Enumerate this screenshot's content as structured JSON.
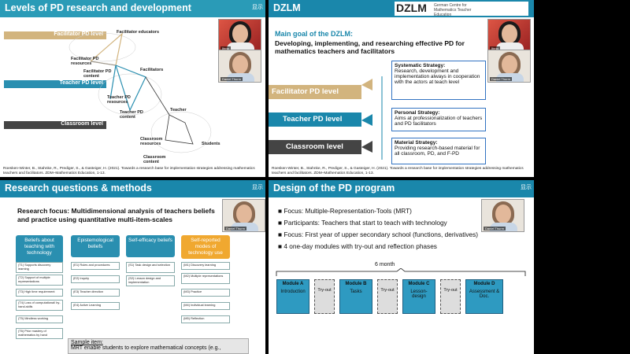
{
  "pane1": {
    "title": "Levels of PD research and development",
    "levels": [
      "Facilitator PD level",
      "Teacher PD level",
      "Classroom level"
    ],
    "level_colors": [
      "#d2b47e",
      "#2a8fb0",
      "#444444"
    ],
    "figure_labels": {
      "facilitator_educators": "Facilitator educators",
      "facilitator_pd_resources": "Facilitator PD resources",
      "facilitator_pd_content": "Facilitator PD content",
      "facilitators": "Facilitators",
      "teacher_pd_resources": "Teacher PD resources",
      "teacher_pd_content": "Teacher PD content",
      "teacher": "Teacher",
      "classroom_resources": "Classroom resources",
      "classroom_content": "Classroom content",
      "students": "Students"
    },
    "reference": "Roesken-Winter, B., Stahnke, R., Prediger, S., & Gasteiger, H. (2021). Towards a research base for implementation strategies addressing mathematics teachers and facilitators. ZDM–Mathematics Education, 1-13.",
    "video_names": [
      "Ifeng",
      "Daniel Thurm"
    ]
  },
  "pane2": {
    "title": "DZLM",
    "logo_text": "DZLM",
    "logo_sub": "German Centre for Mathematics Teacher Education",
    "goal_heading": "Main goal of the DZLM:",
    "goal_text": "Developing, implementing, and researching effective PD for mathematics teachers and facilitators",
    "levels": [
      "Facilitator PD level",
      "Teacher PD level",
      "Classroom level"
    ],
    "strategies": [
      {
        "title": "Systematic Strategy:",
        "text": "Research, development and implementation always in cooperation with the actors at teach level"
      },
      {
        "title": "Personal Strategy:",
        "text": "Aims at professionalization of teachers and PD facilitators"
      },
      {
        "title": "Material Strategy:",
        "text": "Providing research-based material for all classroom, PD, and F-PD"
      }
    ],
    "reference": "Roesken-Winter, B., Stahnke, R., Prediger, S., & Gasteiger, H. (2021). Towards a research base for implementation strategies addressing mathematics teachers and facilitators. ZDM–Mathematics Education, 1-13."
  },
  "pane3": {
    "title": "Research questions & methods",
    "focus": "Research focus: Multidimensional analysis of teachers beliefs and practice using quantitative multi-item-scales",
    "columns": [
      {
        "head": "Beliefs about teaching with technology",
        "color": "#2a8fb0",
        "items": [
          "(T1) Supports discovery learning",
          "(T2) Support of multiple representations",
          "(T3) High time requirement",
          "(T4) Loss of computational/ by-hand-skills",
          "(T5) Mindless working",
          "(T6) Prior mastery of mathematics by hand"
        ]
      },
      {
        "head": "Epistemological beliefs",
        "color": "#2a8fb0",
        "items": [
          "(E1) Rules and procedures",
          "(E2) Inquiry",
          "(E3) Teacher direction",
          "(E4) Active Learning"
        ]
      },
      {
        "head": "Self-efficacy beliefs",
        "color": "#2a8fb0",
        "items": [
          "(S1) Task design and selection",
          "(S2) Lesson design and implementation"
        ]
      },
      {
        "head": "Self-reported modes of technology use",
        "color": "#f0a830",
        "items": [
          "(M1) Discovery learning",
          "(M2) Multiple representations",
          "(M3) Practice",
          "(M4) Individual learning",
          "(M5) Reflection"
        ]
      }
    ],
    "sample_label": "Sample item:",
    "sample_text": "MRT enable students to explore mathematical concepts (e.g.,"
  },
  "pane4": {
    "title": "Design of the PD program",
    "bullets": [
      "Focus: Multiple-Representation-Tools (MRT)",
      "Participants: Teachers that start to teach with technology",
      "Focus: First year of upper secondary school (functions, derivatives)",
      "4 one-day modules with try-out and reflection phases"
    ],
    "timeline_label": "6 month",
    "modules": [
      {
        "name": "Module A",
        "sub": "Introduction"
      },
      {
        "name": "Module B",
        "sub": "Tasks"
      },
      {
        "name": "Module C",
        "sub": "Lesson-design"
      },
      {
        "name": "Module D",
        "sub": "Assessment & Doc."
      }
    ],
    "tryout_label": "Try-out",
    "video_name": "Daniel Thurm"
  },
  "ui": {
    "icon_label": "显示"
  }
}
